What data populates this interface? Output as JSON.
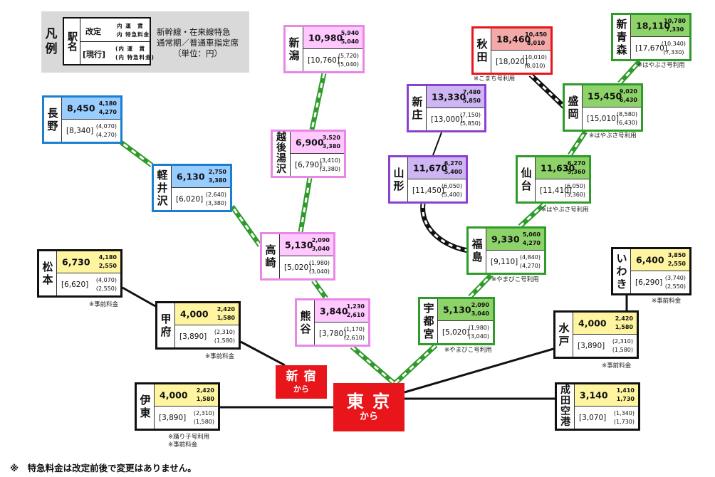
{
  "legend": {
    "title": "凡例",
    "station_label": "駅名",
    "revised": "改定",
    "current": "[現行]",
    "fare_label": "内 運　賃",
    "express_label": "内 特急料金",
    "fare_label_paren": "(内 運　賃",
    "express_label_paren": "(内 特急料金)",
    "note_line1": "新幹線・在来線特急",
    "note_line2": "通常期／普通車指定席",
    "note_line3": "（単位：円）"
  },
  "origins": {
    "tokyo": {
      "name": "東 京",
      "sub": "から"
    },
    "shinjuku": {
      "name": "新 宿",
      "sub": "から"
    }
  },
  "colors": {
    "blue": "#1a7fd1",
    "pink": "#e887e6",
    "purple": "#8a41d1",
    "green": "#2e9b2a",
    "black": "#111111",
    "red": "#e8161a"
  },
  "stations": [
    {
      "id": "niigata",
      "name": "新潟",
      "revised": "10,980",
      "fare": "5,940",
      "express": "5,040",
      "current": "[10,760]",
      "current_fare": "(5,720)",
      "current_express": "(5,040)",
      "note": ""
    },
    {
      "id": "echigoyuzawa",
      "name": "越後湯沢",
      "revised": "6,900",
      "fare": "3,520",
      "express": "3,380",
      "current": "[6,790]",
      "current_fare": "(3,410)",
      "current_express": "(3,380)",
      "note": ""
    },
    {
      "id": "takasaki",
      "name": "高崎",
      "revised": "5,130",
      "fare": "2,090",
      "express": "3,040",
      "current": "[5,020]",
      "current_fare": "(1,980)",
      "current_express": "(3,040)",
      "note": ""
    },
    {
      "id": "kumagaya",
      "name": "熊谷",
      "revised": "3,840",
      "fare": "1,230",
      "express": "2,610",
      "current": "[3,780]",
      "current_fare": "(1,170)",
      "current_express": "(2,610)",
      "note": ""
    },
    {
      "id": "nagano",
      "name": "長野",
      "revised": "8,450",
      "fare": "4,180",
      "express": "4,270",
      "current": "[8,340]",
      "current_fare": "(4,070)",
      "current_express": "(4,270)",
      "note": ""
    },
    {
      "id": "karuizawa",
      "name": "軽井沢",
      "revised": "6,130",
      "fare": "2,750",
      "express": "3,380",
      "current": "[6,020]",
      "current_fare": "(2,640)",
      "current_express": "(3,380)",
      "note": ""
    },
    {
      "id": "akita",
      "name": "秋田",
      "revised": "18,460",
      "fare": "10,450",
      "express": "8,010",
      "current": "[18,020]",
      "current_fare": "(10,010)",
      "current_express": "(8,010)",
      "note": "※こまち号利用"
    },
    {
      "id": "shinjo",
      "name": "新庄",
      "revised": "13,330",
      "fare": "7,480",
      "express": "5,850",
      "current": "[13,000]",
      "current_fare": "(7,150)",
      "current_express": "(5,850)",
      "note": ""
    },
    {
      "id": "yamagata",
      "name": "山形",
      "revised": "11,670",
      "fare": "6,270",
      "express": "5,400",
      "current": "[11,450]",
      "current_fare": "(6,050)",
      "current_express": "(5,400)",
      "note": ""
    },
    {
      "id": "shinaomori",
      "name": "新青森",
      "revised": "18,110",
      "fare": "10,780",
      "express": "7,330",
      "current": "[17,670]",
      "current_fare": "(10,340)",
      "current_express": "(7,330)",
      "note": "※はやぶさ号利用"
    },
    {
      "id": "morioka",
      "name": "盛岡",
      "revised": "15,450",
      "fare": "9,020",
      "express": "6,430",
      "current": "[15,010]",
      "current_fare": "(8,580)",
      "current_express": "(6,430)",
      "note": "※はやぶさ号利用"
    },
    {
      "id": "sendai",
      "name": "仙台",
      "revised": "11,630",
      "fare": "6,270",
      "express": "5,360",
      "current": "[11,410]",
      "current_fare": "(6,050)",
      "current_express": "(5,360)",
      "note": "※はやぶさ号利用"
    },
    {
      "id": "fukushima",
      "name": "福島",
      "revised": "9,330",
      "fare": "5,060",
      "express": "4,270",
      "current": "[9,110]",
      "current_fare": "(4,840)",
      "current_express": "(4,270)",
      "note": "※やまびこ号利用"
    },
    {
      "id": "utsunomiya",
      "name": "宇都宮",
      "revised": "5,130",
      "fare": "2,090",
      "express": "3,040",
      "current": "[5,020]",
      "current_fare": "(1,980)",
      "current_express": "(3,040)",
      "note": "※やまびこ号利用"
    },
    {
      "id": "matsumoto",
      "name": "松本",
      "revised": "6,730",
      "fare": "4,180",
      "express": "2,550",
      "current": "[6,620]",
      "current_fare": "(4,070)",
      "current_express": "(2,550)",
      "note": "※事前料金"
    },
    {
      "id": "kofu",
      "name": "甲府",
      "revised": "4,000",
      "fare": "2,420",
      "express": "1,580",
      "current": "[3,890]",
      "current_fare": "(2,310)",
      "current_express": "(1,580)",
      "note": "※事前料金"
    },
    {
      "id": "ito",
      "name": "伊東",
      "revised": "4,000",
      "fare": "2,420",
      "express": "1,580",
      "current": "[3,890]",
      "current_fare": "(2,310)",
      "current_express": "(1,580)",
      "note": "※踊り子号利用\n※事前料金"
    },
    {
      "id": "iwaki",
      "name": "いわき",
      "revised": "6,400",
      "fare": "3,850",
      "express": "2,550",
      "current": "[6,290]",
      "current_fare": "(3,740)",
      "current_express": "(2,550)",
      "note": "※事前料金"
    },
    {
      "id": "mito",
      "name": "水戸",
      "revised": "4,000",
      "fare": "2,420",
      "express": "1,580",
      "current": "[3,890]",
      "current_fare": "(2,310)",
      "current_express": "(1,580)",
      "note": "※事前料金"
    },
    {
      "id": "narita",
      "name": "成田空港",
      "revised": "3,140",
      "fare": "1,410",
      "express": "1,730",
      "current": "[3,070]",
      "current_fare": "(1,340)",
      "current_express": "(1,730)",
      "note": ""
    }
  ],
  "footer": "※　特急料金は改定前後で変更はありません。"
}
